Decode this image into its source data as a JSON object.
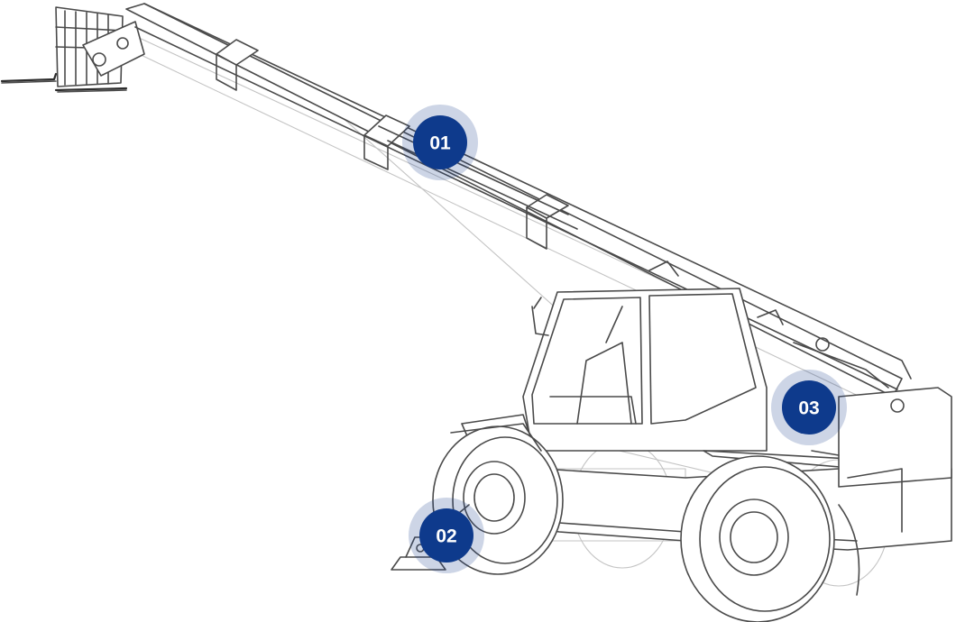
{
  "hotspots": [
    {
      "id": "hotspot-01",
      "label": "01",
      "colors": {
        "core": "#0e3a8c",
        "halo": "#1b3f8f"
      }
    },
    {
      "id": "hotspot-02",
      "label": "02",
      "colors": {
        "core": "#0e3a8c",
        "halo": "#1b3f8f"
      }
    },
    {
      "id": "hotspot-03",
      "label": "03",
      "colors": {
        "core": "#0e3a8c",
        "halo": "#1b3f8f"
      }
    }
  ],
  "illustration": {
    "icon": "telehandler-line-drawing"
  }
}
